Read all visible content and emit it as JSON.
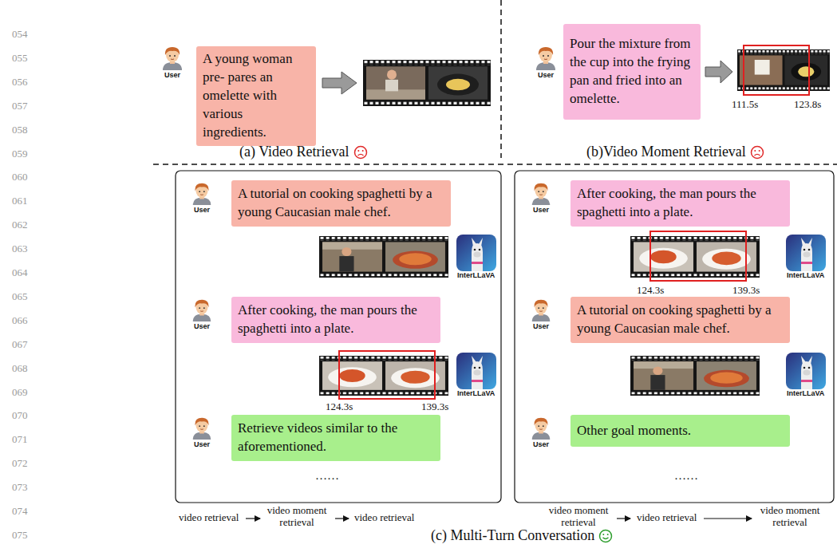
{
  "diagram": {
    "nodes": [
      {
        "text": [
          "A young woman pre- pares an omelette with various ingredients."
        ]
      },
      {
        "text": [
          "Pour the mixture from the cup into the frying pan and fried into an omelette."
        ]
      },
      {
        "text": [
          "A tutorial on cooking spaghetti by a young Caucasian male chef."
        ]
      },
      {
        "text": [
          "After cooking, the man pours the spaghetti into a plate."
        ]
      },
      {
        "text": [
          "Retrieve videos similar to the aforementioned."
        ]
      },
      {
        "text": [
          "After cooking, the man pours the spaghetti into a plate."
        ]
      },
      {
        "text": [
          "A tutorial on cooking spaghetti by a young Caucasian male chef."
        ]
      },
      {
        "text": [
          "Other goal moments."
        ]
      }
    ],
    "labels": [
      "054",
      "055",
      "056",
      "057",
      "058",
      "059",
      "060",
      "061",
      "062",
      "063",
      "064",
      "065",
      "066",
      "067",
      "068",
      "069",
      "070",
      "071",
      "072",
      "073",
      "074",
      "075",
      "User",
      "(a) Video Retrieval",
      "User",
      "111.5s",
      "123.8s",
      "(b)Video Moment Retrieval",
      "User",
      "InterLLaVA",
      "User",
      "124.3s",
      "139.3s",
      "InterLLaVA",
      "User",
      "……",
      "User",
      "124.3s",
      "139.3s",
      "InterLLaVA",
      "User",
      "InterLLaVA",
      "User",
      "……",
      "video retrieval",
      "video moment retrieval",
      "video retrieval",
      "video moment retrieval",
      "video retrieval",
      "video moment retrieval",
      "(c) Multi-Turn Conversation"
    ]
  }
}
